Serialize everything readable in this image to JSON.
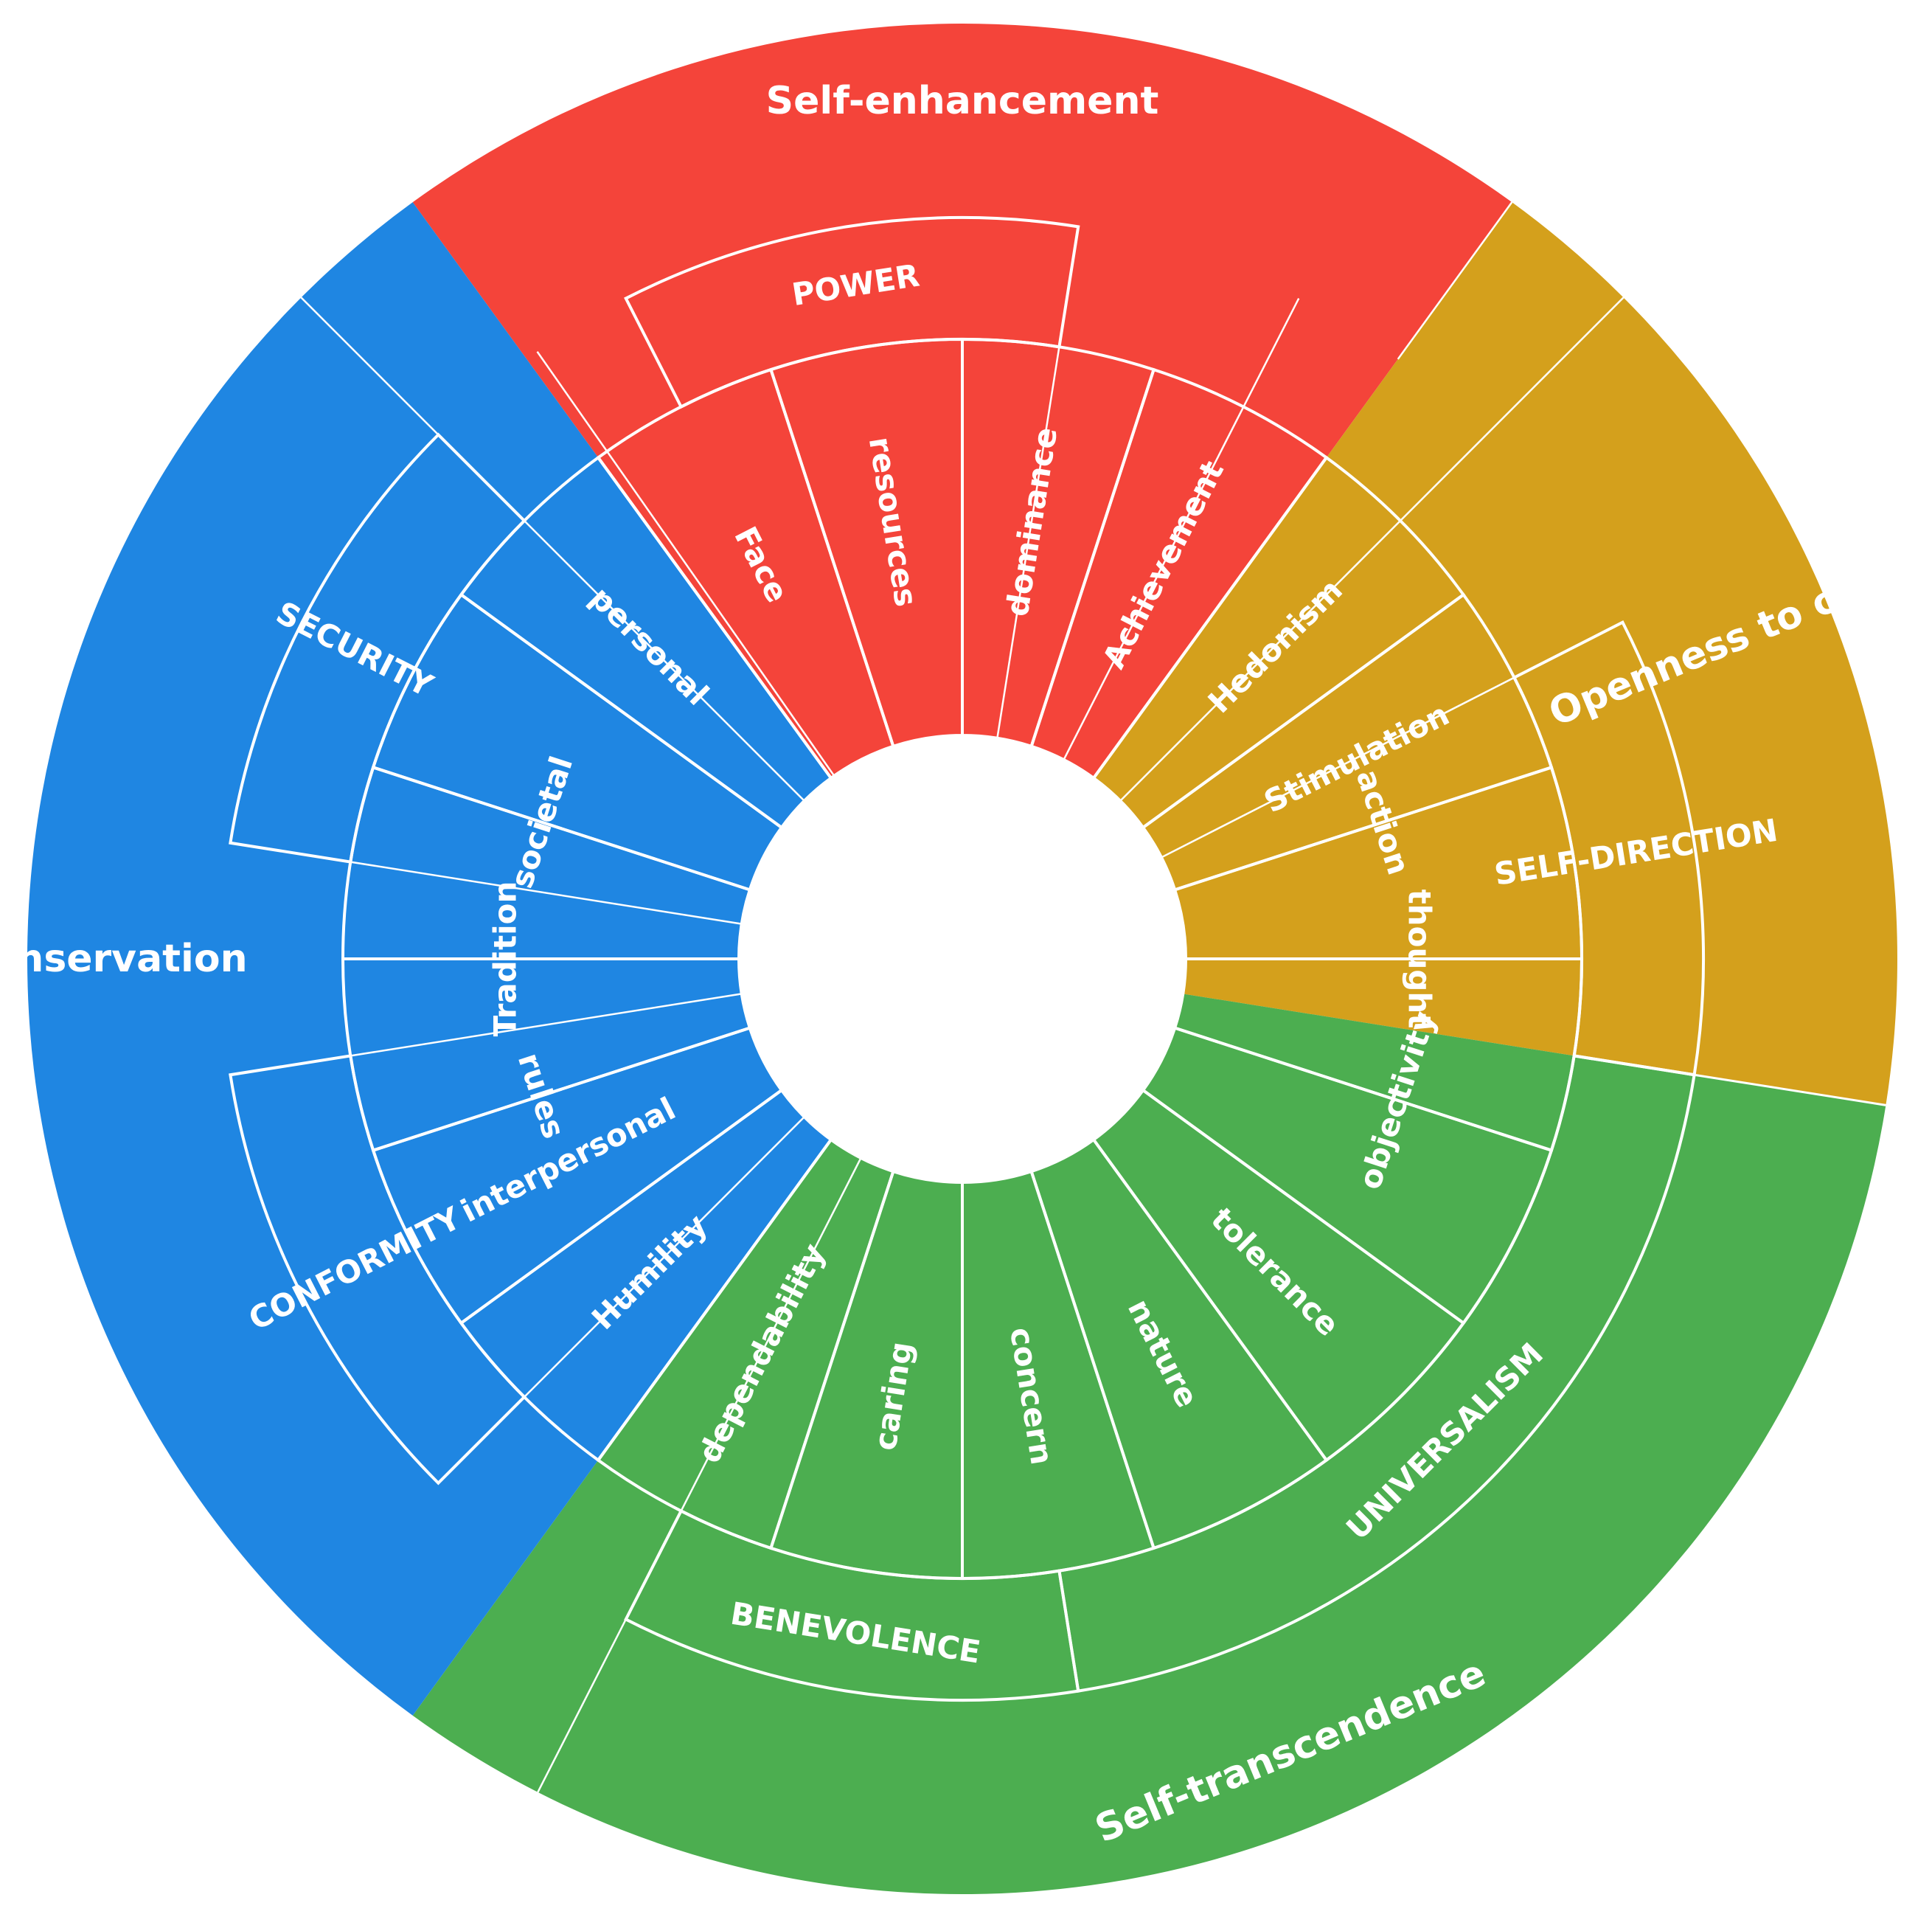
{
  "colors": {
    "self_enhancement": "#F4443A",
    "openness": "#D4A01C",
    "self_transcendence": "#4CAE50",
    "conservation": "#1F86E2",
    "center": "#ffffff",
    "line": "#ffffff"
  },
  "outer": [
    {
      "label": "Self-enhancement",
      "color_key": "self_enhancement"
    },
    {
      "label": "Openness to change",
      "color_key": "openness"
    },
    {
      "label": "Self-transcendence",
      "color_key": "self_transcendence"
    },
    {
      "label": "Conservation",
      "color_key": "conservation"
    }
  ],
  "middle": [
    {
      "label": "POWER"
    },
    {
      "label": "SELF-DIRECTION"
    },
    {
      "label": "UNIVERSALISM"
    },
    {
      "label": "BENEVOLENCE"
    },
    {
      "label": "CONFORMITY"
    },
    {
      "label": "SECURITY"
    }
  ],
  "inner": [
    {
      "label": "Face"
    },
    {
      "label": "resources"
    },
    {
      "label": "dominance"
    },
    {
      "label": "Achievement"
    },
    {
      "label": "Hedonism"
    },
    {
      "label": "Stimulation"
    },
    {
      "label": "action"
    },
    {
      "label": "thought"
    },
    {
      "label": "objectivity"
    },
    {
      "label": "tolerance"
    },
    {
      "label": "nature"
    },
    {
      "label": "concern"
    },
    {
      "label": "caring"
    },
    {
      "label": "dependability"
    },
    {
      "label": "Humility"
    },
    {
      "label": "interpersonal"
    },
    {
      "label": "rules"
    },
    {
      "label": "Tradition"
    },
    {
      "label": "societal"
    },
    {
      "label": "personal"
    }
  ]
}
